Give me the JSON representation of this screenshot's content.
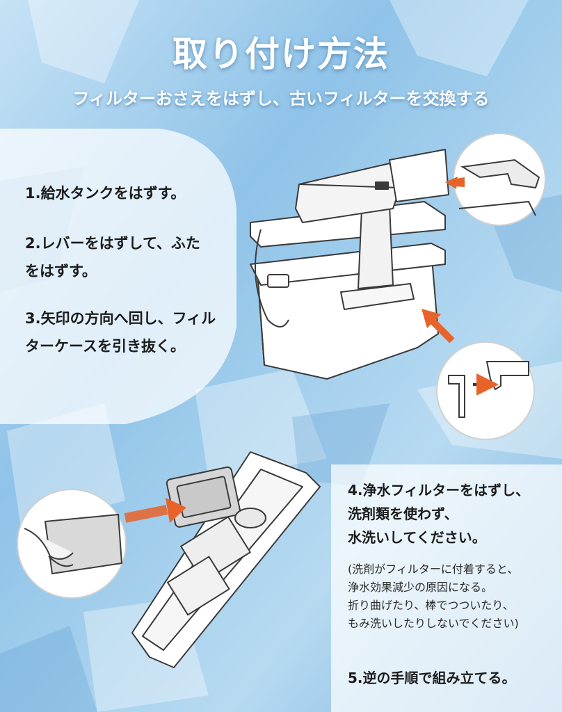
{
  "header": {
    "title": "取り付け方法",
    "subtitle": "フィルターおさえをはずし、古いフィルターを交換する"
  },
  "steps_left": {
    "step1": "1.給水タンクをはずす。",
    "step2_line1": "2.レバーをはずして、ふた",
    "step2_line2": "をはずす。",
    "step3_line1": "3.矢印の方向へ回し、フィル",
    "step3_line2": "ターケースを引き抜く。"
  },
  "steps_right": {
    "step4_line1": "4.浄水フィルターをはずし、",
    "step4_line2": "洗剤類を使わず、",
    "step4_line3": "水洗いしてください。",
    "note_line1": "(洗剤がフィルターに付着すると、",
    "note_line2": "浄水効果減少の原因になる。",
    "note_line3": "折り曲げたり、棒でつついたり、",
    "note_line4": "もみ洗いしたりしないでください)",
    "step5": "5.逆の手順で組み立てる。"
  },
  "colors": {
    "accent_arrow": "#e8632a",
    "panel": "#ffffff",
    "background": "#a9cfea"
  },
  "icons": [
    "arrow-icon",
    "tank-illustration",
    "filter-case-illustration",
    "magnifier-circle"
  ]
}
